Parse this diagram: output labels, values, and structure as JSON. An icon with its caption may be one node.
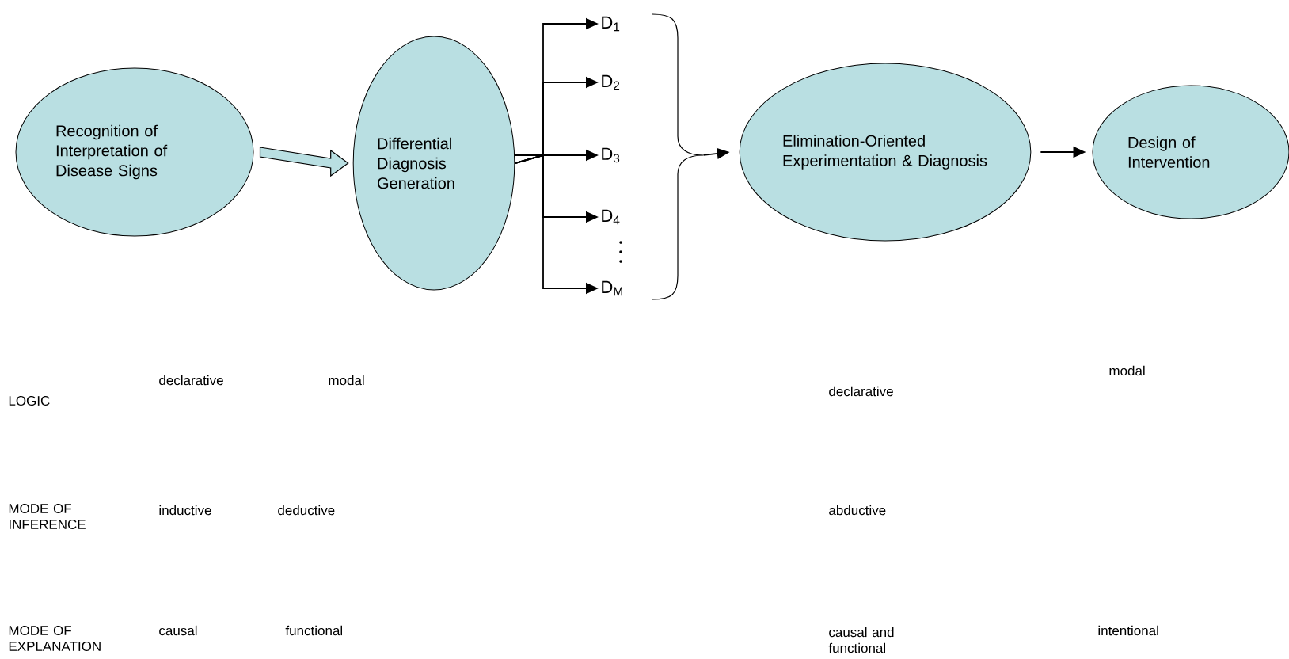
{
  "diagram": {
    "nodes": [
      {
        "text": [
          "Recognition of Interpretation of Disease Signs"
        ]
      },
      {
        "text": [
          "Differential Diagnosis Generation"
        ]
      },
      {
        "text": [
          "D$_{1}$"
        ]
      },
      {
        "text": [
          "D$_{2}$"
        ]
      },
      {
        "text": [
          "D$_{3}$"
        ]
      },
      {
        "text": [
          "D$_{4}$"
        ]
      },
      {
        "text": [
          "D$_{M}$"
        ]
      },
      {
        "text": [
          "Elimination-Oriented Experimentation & Diagnosis"
        ]
      },
      {
        "text": [
          "Design of Intervention"
        ]
      },
      {
        "text": [],
        "shape": "brace"
      }
    ],
    "edges": [
      {
        "from": 0,
        "to": 1,
        "arrow": "to",
        "style": "thick"
      },
      {
        "from": 1,
        "to": 2,
        "arrow": "to"
      },
      {
        "from": 1,
        "to": 3,
        "arrow": "to"
      },
      {
        "from": 1,
        "to": 4,
        "arrow": "to"
      },
      {
        "from": 1,
        "to": 5,
        "arrow": "to"
      },
      {
        "from": 1,
        "to": 6,
        "arrow": "to"
      },
      {
        "from": 9,
        "to": 7,
        "arrow": "to"
      },
      {
        "from": 7,
        "to": 8,
        "arrow": "to"
      }
    ],
    "labels": [
      "LOGIC",
      "declarative",
      "modal",
      "declarative",
      "modal",
      "MODE OF INFERENCE",
      "inductive",
      "deductive",
      "abductive",
      "MODE OF EXPLANATION",
      "causal",
      "functional",
      "causal and functional",
      "intentional"
    ]
  }
}
